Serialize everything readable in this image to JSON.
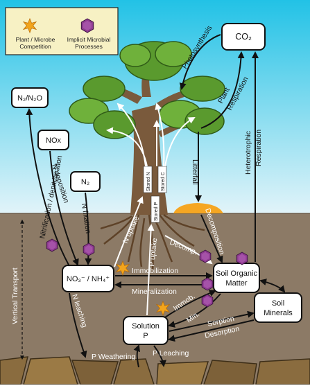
{
  "legend": {
    "competition": "Plant / Microbe Competition",
    "implicit": "Implicit Microbial Processes"
  },
  "pools": {
    "co2": "CO₂",
    "n2_n2o": "N₂/N₂O",
    "nox": "NOx",
    "n2": "N₂",
    "no3_nh4": "NO₃⁻ / NH₄⁺",
    "som_line1": "Soil Organic",
    "som_line2": "Matter",
    "solution_line1": "Solution",
    "solution_line2": "P",
    "minerals_line1": "Soil",
    "minerals_line2": "Minerals"
  },
  "stores": {
    "stored_n": "Stored N",
    "stored_c": "Stored C",
    "stored_p": "Stored P"
  },
  "processes": {
    "photosynthesis": "Photosynthesis",
    "plant_respiration_1": "Plant",
    "plant_respiration_2": "Respiration",
    "heterotrophic_1": "Heterotrophic",
    "heterotrophic_2": "Respiration",
    "litterfall": "Litterfall",
    "nitrification": "Nitrification / denitrification",
    "n_deposition": "N deposition",
    "n_fixation": "N fixation",
    "n_uptake": "N uptake",
    "p_uptake": "P uptake",
    "decomp": "Decomp.",
    "decomposition": "Decomposition",
    "immobilization": "Immobilization",
    "mineralization": "Mineralization",
    "immob": "Immob.",
    "min": "Min.",
    "sorption": "Sorption",
    "desorption": "Desorption",
    "n_leaching": "N leaching",
    "p_weathering": "P Weathering",
    "p_leaching": "P Leaching",
    "vertical_transport": "Vertical Transport"
  },
  "colors": {
    "sky_top": "#22c2e6",
    "sky_bottom": "#dff3f9",
    "soil": "#8c7a66",
    "rock": "#8a6c3f",
    "trunk": "#7a5a3c",
    "leaf": "#5a9a2e",
    "hexagon": "#8d3a8f",
    "star": "#f2a41c",
    "litter": "#f5a623",
    "legend_bg": "#f7f1c4"
  }
}
